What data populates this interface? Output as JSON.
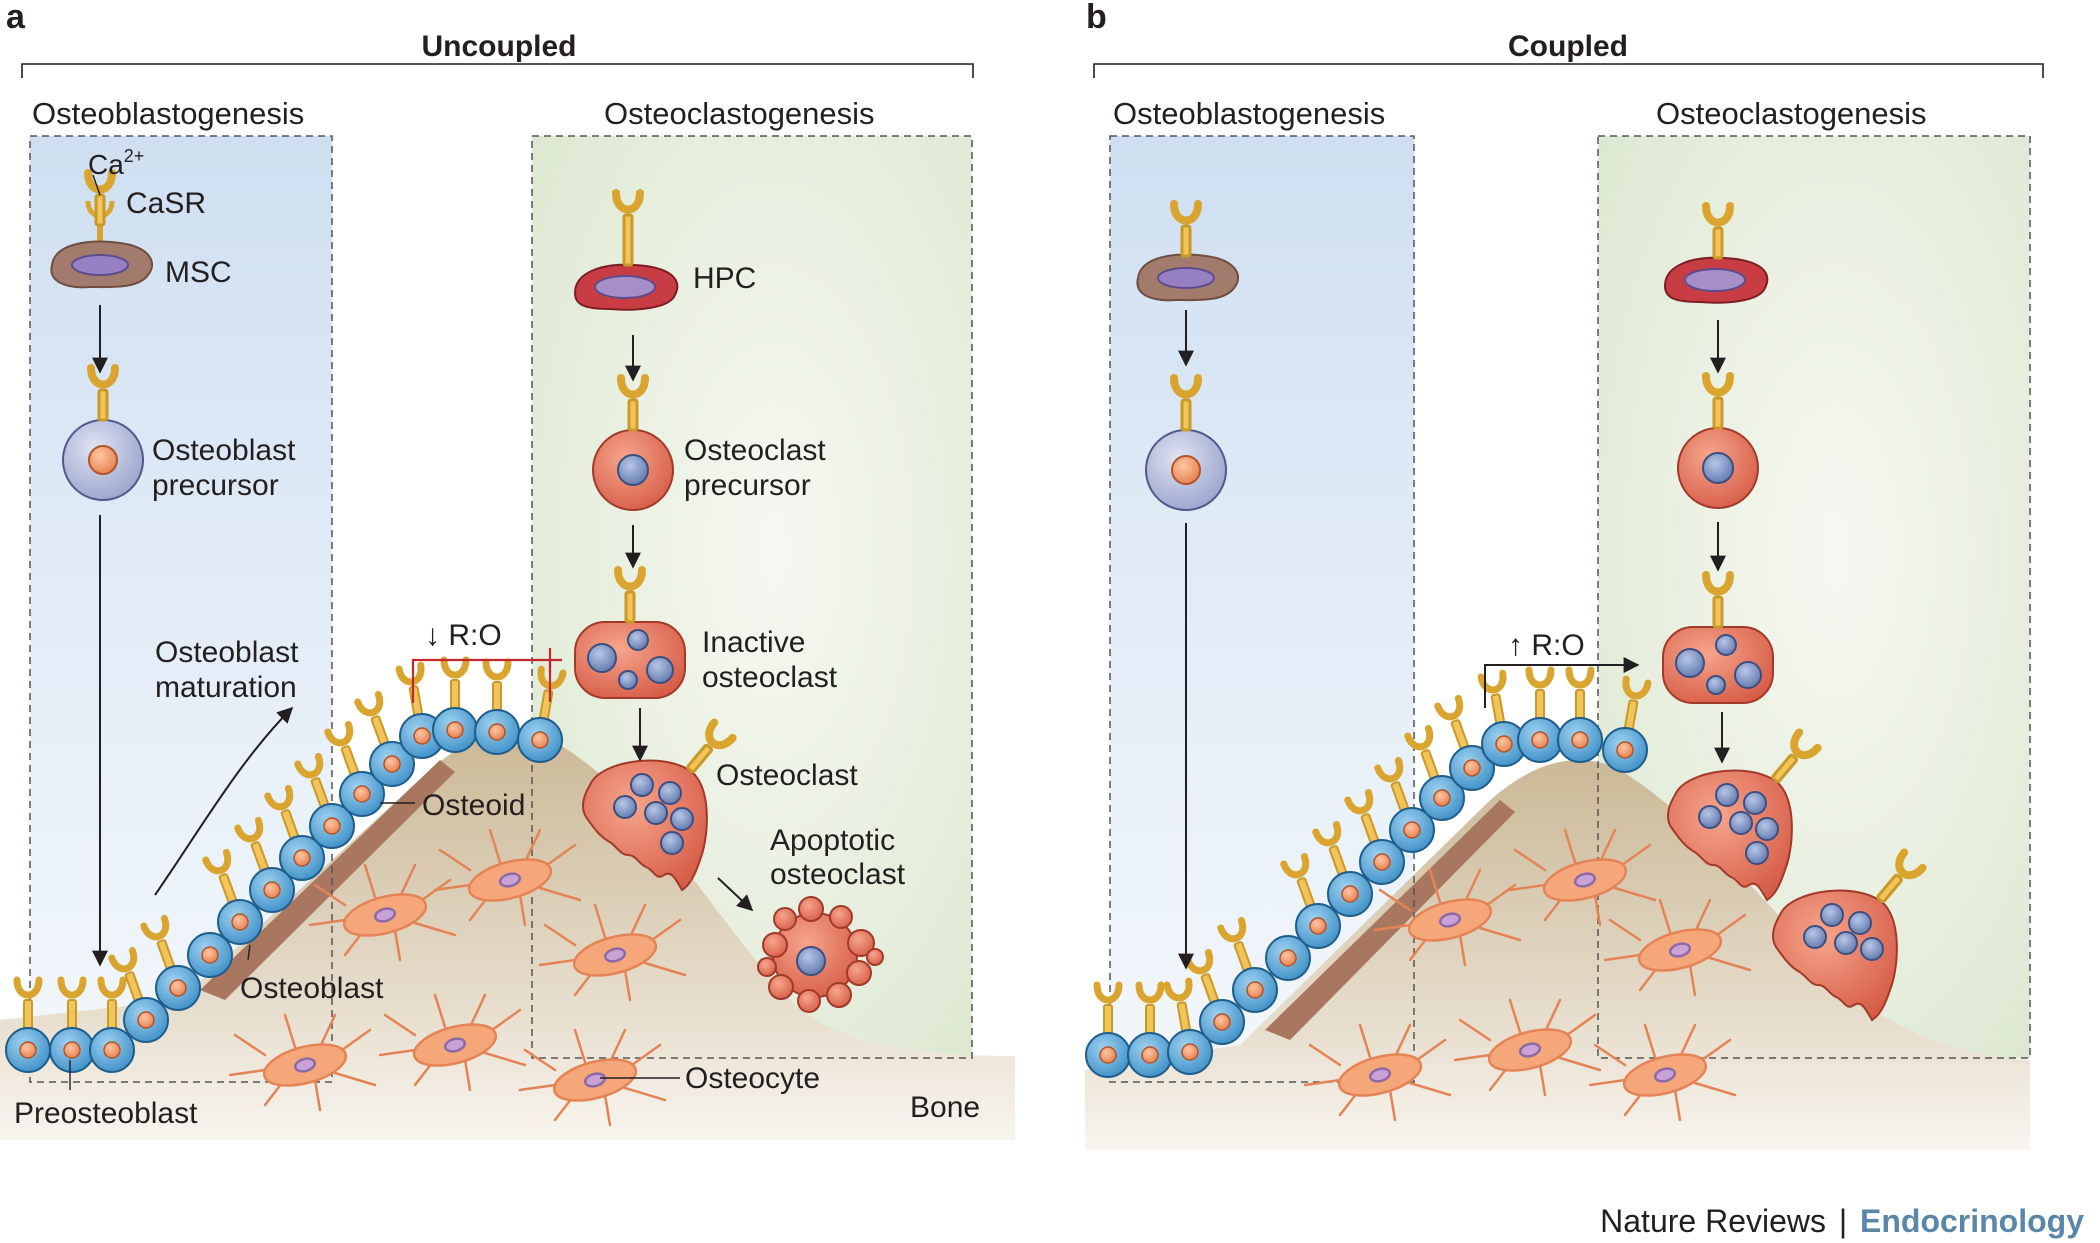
{
  "panels": {
    "a": {
      "letter": "a",
      "title": "Uncoupled",
      "col_left": "Osteoblastogenesis",
      "col_right": "Osteoclastogenesis",
      "labels": {
        "ca": "Ca",
        "ca_sup": "2+",
        "casr": "CaSR",
        "msc": "MSC",
        "hpc": "HPC",
        "ob_precursor_1": "Osteoblast",
        "ob_precursor_2": "precursor",
        "oc_precursor_1": "Osteoclast",
        "oc_precursor_2": "precursor",
        "ob_maturation_1": "Osteoblast",
        "ob_maturation_2": "maturation",
        "ratio": "↓ R:O",
        "inactive_1": "Inactive",
        "inactive_2": "osteoclast",
        "osteoclast": "Osteoclast",
        "osteoid": "Osteoid",
        "apoptotic_1": "Apoptotic",
        "apoptotic_2": "osteoclast",
        "osteoblast": "Osteoblast",
        "osteocyte": "Osteocyte",
        "bone": "Bone",
        "preosteoblast": "Preosteoblast"
      }
    },
    "b": {
      "letter": "b",
      "title": "Coupled",
      "col_left": "Osteoblastogenesis",
      "col_right": "Osteoclastogenesis",
      "labels": {
        "ratio": "↑ R:O"
      }
    }
  },
  "footer": {
    "journal": "Nature Reviews",
    "separator": "|",
    "section": "Endocrinology"
  },
  "colors": {
    "blue_bg": "#dbe8f5",
    "green_bg": "#e3ecd9",
    "bone": "#d7c8ad",
    "osteoid": "#a9775f",
    "osteoblast": "#5aa8d8",
    "nucleus_orange": "#f19a6e",
    "osteoclast": "#e36f57",
    "oc_nucleus": "#7f97c6",
    "receptor": "#f2c55c",
    "osteocyte": "#f5a77a",
    "msc": "#a37b6c",
    "hpc": "#c73d43",
    "inhibit_red": "#c1272d",
    "brand_blue": "#5a87a8"
  }
}
